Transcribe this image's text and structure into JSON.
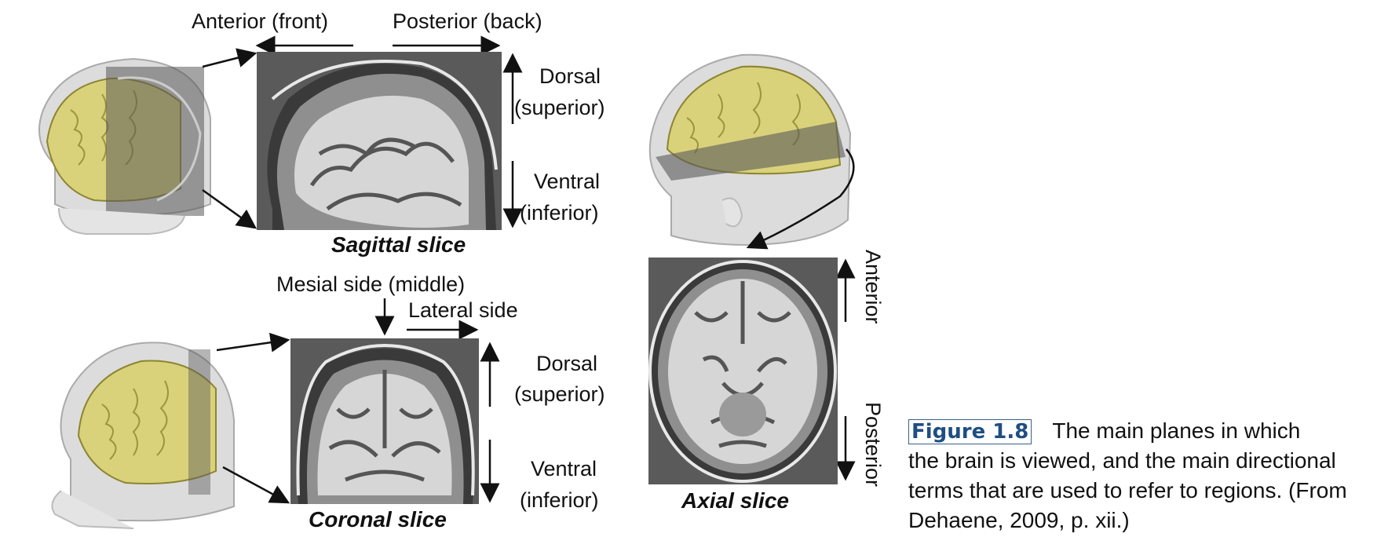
{
  "sagittal": {
    "anterior": "Anterior (front)",
    "posterior": "Posterior (back)",
    "dorsal": "Dorsal",
    "dorsal_sub": "(superior)",
    "ventral": "Ventral",
    "ventral_sub": "(inferior)",
    "caption": "Sagittal slice"
  },
  "coronal": {
    "mesial": "Mesial side (middle)",
    "lateral": "Lateral side",
    "dorsal": "Dorsal",
    "dorsal_sub": "(superior)",
    "ventral": "Ventral",
    "ventral_sub": "(inferior)",
    "caption": "Coronal slice"
  },
  "axial": {
    "anterior": "Anterior",
    "posterior": "Posterior",
    "caption": "Axial slice"
  },
  "figure": {
    "tag": "Figure 1.8",
    "line1": "The main planes in which",
    "line2": "the brain is viewed, and the main directional",
    "line3": "terms that are used to refer to regions. (From",
    "line4": "Dehaene, 2009, p. xii.)"
  },
  "colors": {
    "brain": "#d9d27a",
    "head": "#d8d8d8",
    "scan_bg": "#595959",
    "figure_tag": "#1f4e82"
  }
}
